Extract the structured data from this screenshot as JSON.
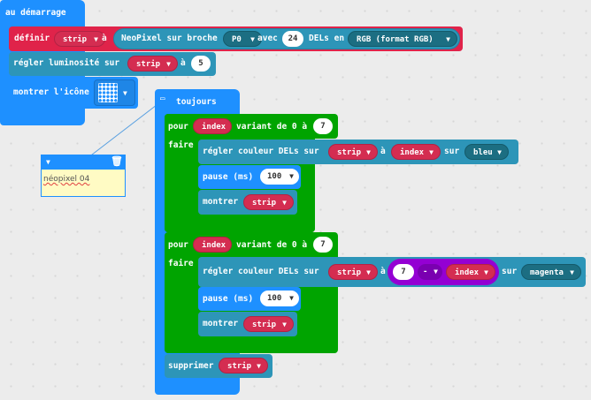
{
  "on_start": {
    "label": "au démarrage",
    "define": {
      "label": "définir",
      "var": "strip",
      "to": "à",
      "neopixel": {
        "label": "NeoPixel sur broche",
        "pin": "P0",
        "with": "avec",
        "count": "24",
        "leds_in": "DELs en",
        "mode": "RGB (format RGB)"
      }
    },
    "brightness": {
      "label": "régler luminosité sur",
      "var": "strip",
      "to": "à",
      "value": "5"
    },
    "show_icon": {
      "label": "montrer l'icône"
    }
  },
  "forever": {
    "label": "toujours",
    "loop1": {
      "for": "pour",
      "index": "index",
      "range": "variant de 0 à",
      "end": "7",
      "do": "faire",
      "set_color": {
        "label": "régler couleur DELs sur",
        "var": "strip",
        "to": "à",
        "index": "index",
        "on": "sur",
        "color": "bleu"
      },
      "pause": {
        "label": "pause (ms)",
        "value": "100"
      },
      "show": {
        "label": "montrer",
        "var": "strip"
      }
    },
    "loop2": {
      "for": "pour",
      "index": "index",
      "range": "variant de 0 à",
      "end": "7",
      "do": "faire",
      "set_color": {
        "label": "régler couleur DELs sur",
        "var": "strip",
        "to": "à",
        "minuend": "7",
        "op": "-",
        "index": "index",
        "on": "sur",
        "color": "magenta"
      },
      "pause": {
        "label": "pause (ms)",
        "value": "100"
      },
      "show": {
        "label": "montrer",
        "var": "strip"
      }
    },
    "clear": {
      "label": "supprimer",
      "var": "strip"
    }
  },
  "comment": {
    "text": "néopixel 04"
  },
  "colors": {
    "basic": "#1e90ff",
    "loops": "#00a400",
    "neopixel": "#2d95b8",
    "variables": "#d42d51",
    "math": "#9400d3",
    "on_start": "#1e90ff"
  },
  "icons": {
    "dropdown": "triangle-down",
    "comment": "speech-bubble",
    "trash": "trash-can"
  }
}
